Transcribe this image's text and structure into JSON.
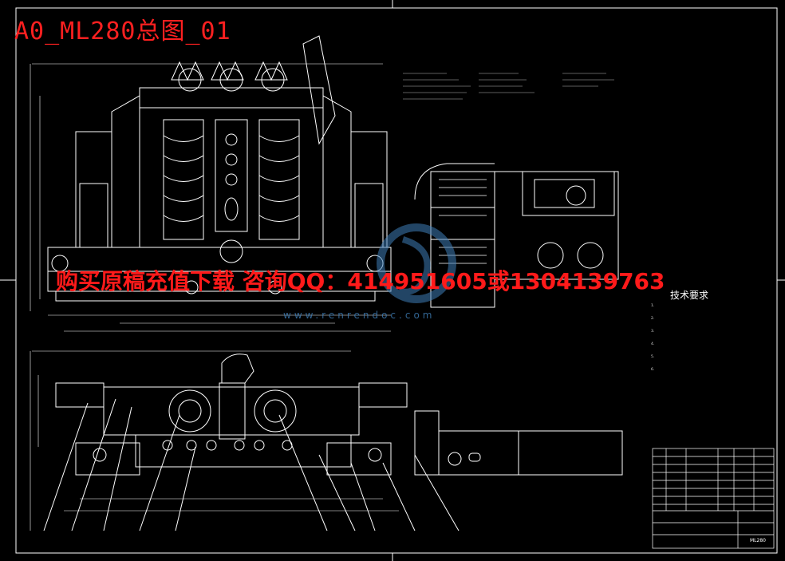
{
  "watermark": {
    "title": "A0_ML280总图_01",
    "purchase": "购买原稿充值下载 咨询QQ：414951605或1304139763",
    "site": "www.renrendoc.com"
  },
  "tech_requirements": {
    "title": "技术要求",
    "notes": [
      "1.",
      "2.",
      "3.",
      "4.",
      "5.",
      "6."
    ]
  },
  "title_block": {
    "code": "ML280"
  },
  "colors": {
    "line": "#ffffff",
    "dim": "#d0d0d0",
    "watermark_red": "#ff1a1a",
    "watermark_blue": "#3f7fb8"
  }
}
